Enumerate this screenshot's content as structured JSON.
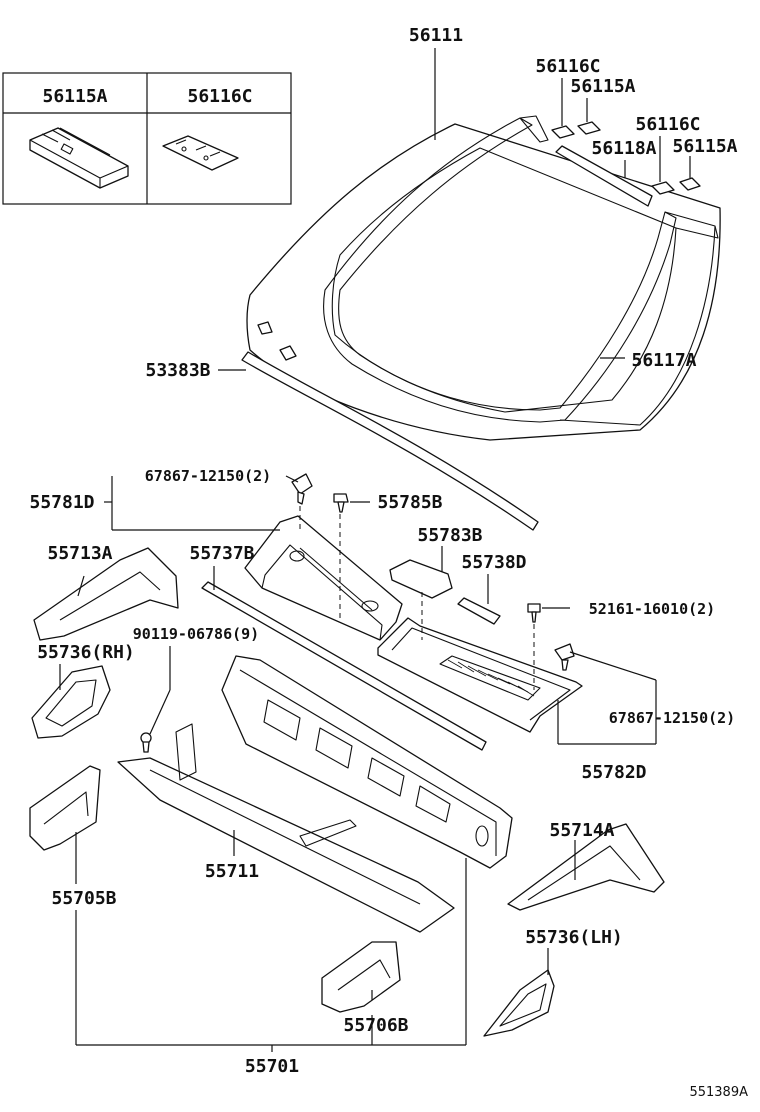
{
  "inset": {
    "col1_label": "56115A",
    "col2_label": "56116C"
  },
  "labels": {
    "p56111": "56111",
    "p56116C_a": "56116C",
    "p56115A_a": "56115A",
    "p56116C_b": "56116C",
    "p56118A": "56118A",
    "p56115A_b": "56115A",
    "p53383B": "53383B",
    "p56117A": "56117A",
    "p67867_a": "67867-12150(2)",
    "p55781D": "55781D",
    "p55785B": "55785B",
    "p55783B": "55783B",
    "p55713A": "55713A",
    "p55737B": "55737B",
    "p55738D": "55738D",
    "p52161": "52161-16010(2)",
    "p90119": "90119-06786(9)",
    "p55736RH": "55736(RH)",
    "p67867_b": "67867-12150(2)",
    "p55782D": "55782D",
    "p55714A": "55714A",
    "p55711": "55711",
    "p55705B": "55705B",
    "p55736LH": "55736(LH)",
    "p55706B": "55706B",
    "p55701": "55701"
  },
  "figure_ref": "551389A"
}
